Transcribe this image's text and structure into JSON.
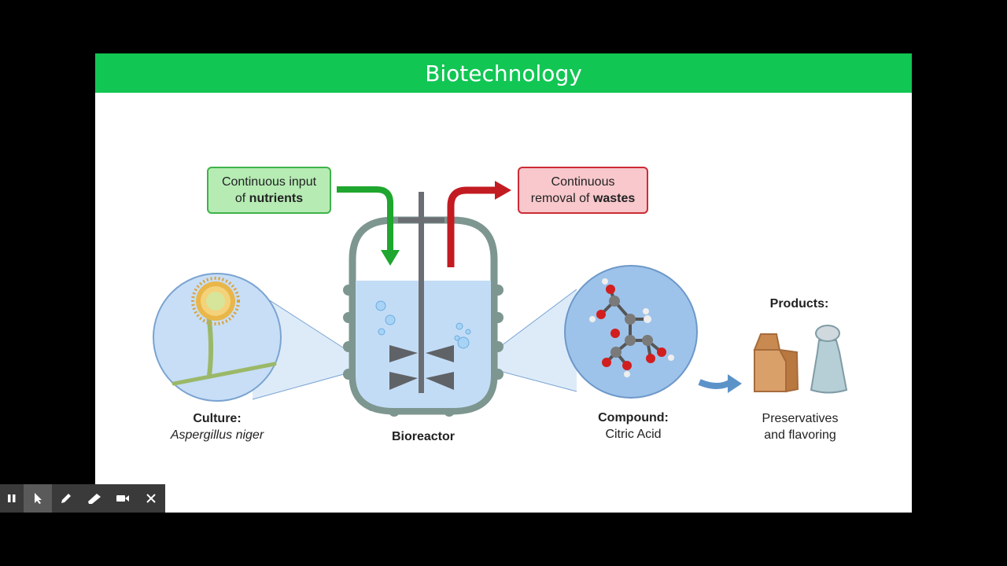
{
  "slide": {
    "title": "Biotechnology",
    "input_box": {
      "line1": "Continuous input",
      "line2_prefix": "of ",
      "line2_bold": "nutrients"
    },
    "output_box": {
      "line1": "Continuous",
      "line2_prefix": "removal of ",
      "line2_bold": "wastes"
    },
    "culture": {
      "label": "Culture:",
      "species": "Aspergillus niger"
    },
    "bioreactor_label": "Bioreactor",
    "compound": {
      "label": "Compound:",
      "name": "Citric Acid"
    },
    "products": {
      "heading": "Products:",
      "line1": "Preservatives",
      "line2": "and flavoring"
    }
  },
  "toolbar": {
    "buttons": [
      "pause-icon",
      "pointer-icon",
      "pen-icon",
      "highlighter-icon",
      "video-camera-icon",
      "close-icon"
    ],
    "active": "pointer-icon"
  },
  "colors": {
    "title_bar": "#12c654",
    "nutrient_arrow": "#1fa62e",
    "waste_arrow": "#c31b22",
    "reactor_wall": "#7d9690",
    "liquid": "#c3dcf6"
  }
}
